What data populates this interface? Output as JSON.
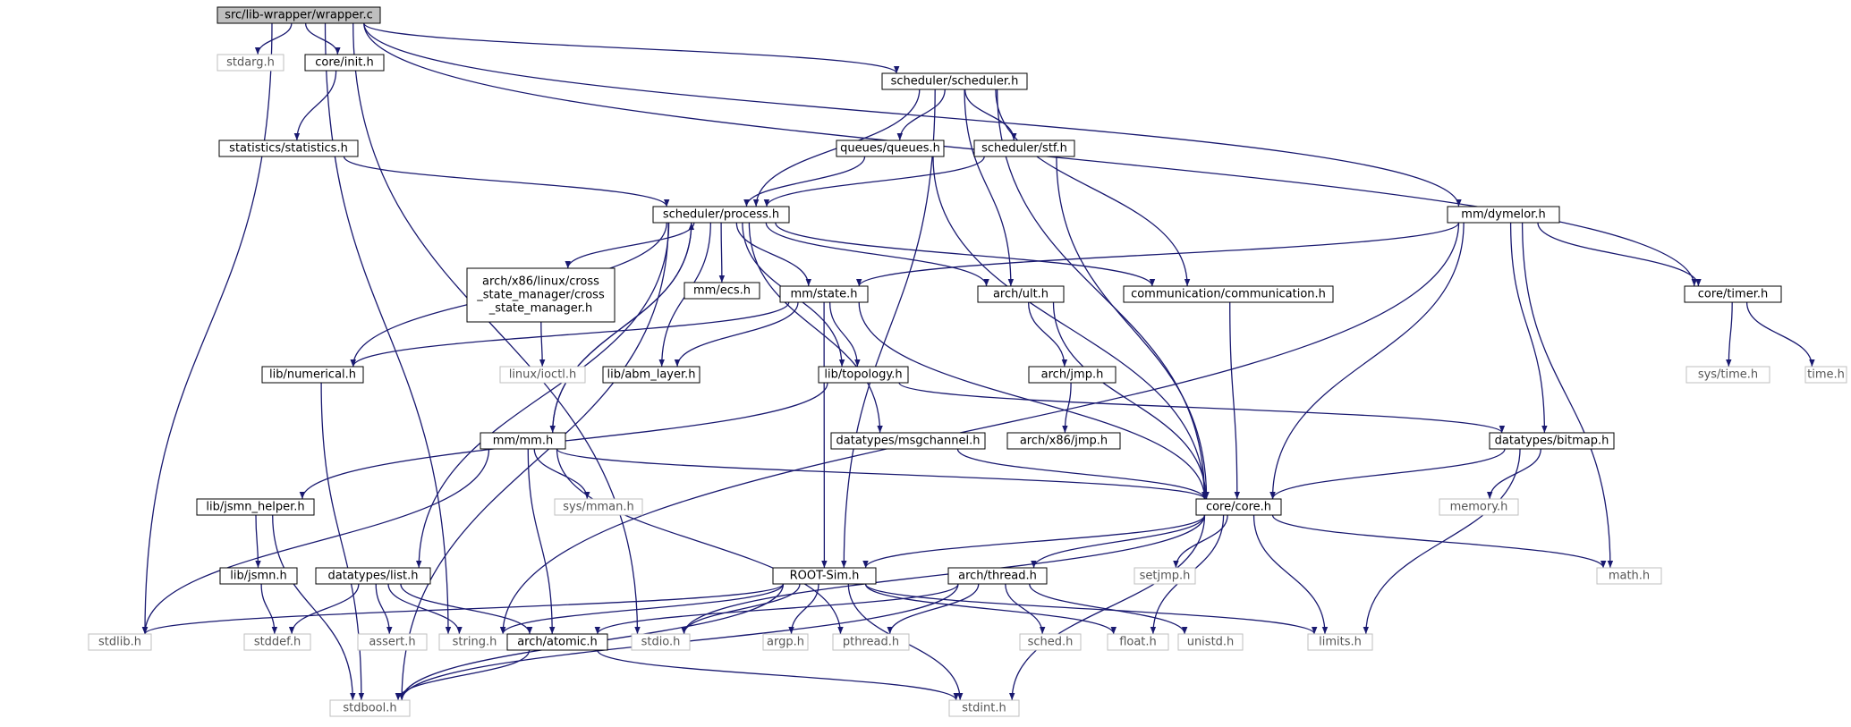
{
  "graph": {
    "colors": {
      "edge": "#191970",
      "root_fill": "#bfbfbf",
      "internal_border": "#000000",
      "external_border": "#bfbfbf",
      "external_text": "#555555"
    },
    "nodes": [
      {
        "id": "root",
        "label": "src/lib-wrapper/wrapper.c",
        "kind": "root"
      },
      {
        "id": "stdarg",
        "label": "stdarg.h",
        "kind": "external"
      },
      {
        "id": "coreinit",
        "label": "core/init.h",
        "kind": "internal"
      },
      {
        "id": "statistics",
        "label": "statistics/statistics.h",
        "kind": "internal"
      },
      {
        "id": "scheduler",
        "label": "scheduler/scheduler.h",
        "kind": "internal"
      },
      {
        "id": "queues",
        "label": "queues/queues.h",
        "kind": "internal"
      },
      {
        "id": "stf",
        "label": "scheduler/stf.h",
        "kind": "internal"
      },
      {
        "id": "process",
        "label": "scheduler/process.h",
        "kind": "internal"
      },
      {
        "id": "dymelor",
        "label": "mm/dymelor.h",
        "kind": "internal"
      },
      {
        "id": "timer",
        "label": "core/timer.h",
        "kind": "internal"
      },
      {
        "id": "crossstate",
        "label": [
          "arch/x86/linux/cross",
          "_state_manager/cross",
          "_state_manager.h"
        ],
        "kind": "internal"
      },
      {
        "id": "ecs",
        "label": "mm/ecs.h",
        "kind": "internal"
      },
      {
        "id": "state",
        "label": "mm/state.h",
        "kind": "internal"
      },
      {
        "id": "ult",
        "label": "arch/ult.h",
        "kind": "internal"
      },
      {
        "id": "comm",
        "label": "communication/communication.h",
        "kind": "internal"
      },
      {
        "id": "systime",
        "label": "sys/time.h",
        "kind": "external"
      },
      {
        "id": "time",
        "label": "time.h",
        "kind": "external"
      },
      {
        "id": "numerical",
        "label": "lib/numerical.h",
        "kind": "internal"
      },
      {
        "id": "ioctl",
        "label": "linux/ioctl.h",
        "kind": "external"
      },
      {
        "id": "abm",
        "label": "lib/abm_layer.h",
        "kind": "internal"
      },
      {
        "id": "topology",
        "label": "lib/topology.h",
        "kind": "internal"
      },
      {
        "id": "jmp",
        "label": "arch/jmp.h",
        "kind": "internal"
      },
      {
        "id": "x86jmp",
        "label": "arch/x86/jmp.h",
        "kind": "internal"
      },
      {
        "id": "msgchannel",
        "label": "datatypes/msgchannel.h",
        "kind": "internal"
      },
      {
        "id": "bitmap",
        "label": "datatypes/bitmap.h",
        "kind": "internal"
      },
      {
        "id": "mmmm",
        "label": "mm/mm.h",
        "kind": "internal"
      },
      {
        "id": "mman",
        "label": "sys/mman.h",
        "kind": "external"
      },
      {
        "id": "corecore",
        "label": "core/core.h",
        "kind": "internal"
      },
      {
        "id": "memory",
        "label": "memory.h",
        "kind": "external"
      },
      {
        "id": "jsmnhelper",
        "label": "lib/jsmn_helper.h",
        "kind": "internal"
      },
      {
        "id": "jsmn",
        "label": "lib/jsmn.h",
        "kind": "internal"
      },
      {
        "id": "list",
        "label": "datatypes/list.h",
        "kind": "internal"
      },
      {
        "id": "rootsim",
        "label": "ROOT-Sim.h",
        "kind": "internal"
      },
      {
        "id": "thread",
        "label": "arch/thread.h",
        "kind": "internal"
      },
      {
        "id": "setjmp",
        "label": "setjmp.h",
        "kind": "external"
      },
      {
        "id": "math",
        "label": "math.h",
        "kind": "external"
      },
      {
        "id": "stdlib",
        "label": "stdlib.h",
        "kind": "external"
      },
      {
        "id": "stddef",
        "label": "stddef.h",
        "kind": "external"
      },
      {
        "id": "assert",
        "label": "assert.h",
        "kind": "external"
      },
      {
        "id": "string",
        "label": "string.h",
        "kind": "external"
      },
      {
        "id": "atomic",
        "label": "arch/atomic.h",
        "kind": "internal"
      },
      {
        "id": "stdio",
        "label": "stdio.h",
        "kind": "external"
      },
      {
        "id": "argp",
        "label": "argp.h",
        "kind": "external"
      },
      {
        "id": "pthread",
        "label": "pthread.h",
        "kind": "external"
      },
      {
        "id": "sched",
        "label": "sched.h",
        "kind": "external"
      },
      {
        "id": "float",
        "label": "float.h",
        "kind": "external"
      },
      {
        "id": "unistd",
        "label": "unistd.h",
        "kind": "external"
      },
      {
        "id": "limits",
        "label": "limits.h",
        "kind": "external"
      },
      {
        "id": "stdbool",
        "label": "stdbool.h",
        "kind": "external"
      },
      {
        "id": "stdint",
        "label": "stdint.h",
        "kind": "external"
      }
    ],
    "edges": [
      [
        "root",
        "stdarg"
      ],
      [
        "root",
        "coreinit"
      ],
      [
        "root",
        "scheduler"
      ],
      [
        "root",
        "dymelor"
      ],
      [
        "root",
        "timer"
      ],
      [
        "root",
        "stdlib"
      ],
      [
        "root",
        "string"
      ],
      [
        "root",
        "stdio"
      ],
      [
        "coreinit",
        "statistics"
      ],
      [
        "statistics",
        "process"
      ],
      [
        "scheduler",
        "queues"
      ],
      [
        "scheduler",
        "stf"
      ],
      [
        "scheduler",
        "process"
      ],
      [
        "scheduler",
        "ult"
      ],
      [
        "scheduler",
        "comm"
      ],
      [
        "scheduler",
        "corecore"
      ],
      [
        "scheduler",
        "rootsim"
      ],
      [
        "queues",
        "process"
      ],
      [
        "queues",
        "corecore"
      ],
      [
        "stf",
        "process"
      ],
      [
        "stf",
        "corecore"
      ],
      [
        "process",
        "crossstate"
      ],
      [
        "process",
        "ecs"
      ],
      [
        "process",
        "state"
      ],
      [
        "process",
        "ult"
      ],
      [
        "process",
        "comm"
      ],
      [
        "process",
        "numerical"
      ],
      [
        "process",
        "abm"
      ],
      [
        "process",
        "topology"
      ],
      [
        "process",
        "msgchannel"
      ],
      [
        "process",
        "mmmm"
      ],
      [
        "process",
        "list"
      ],
      [
        "process",
        "stdbool"
      ],
      [
        "crossstate",
        "ioctl"
      ],
      [
        "state",
        "numerical"
      ],
      [
        "state",
        "abm"
      ],
      [
        "state",
        "topology"
      ],
      [
        "state",
        "rootsim"
      ],
      [
        "state",
        "corecore"
      ],
      [
        "ult",
        "jmp"
      ],
      [
        "ult",
        "corecore"
      ],
      [
        "jmp",
        "x86jmp"
      ],
      [
        "comm",
        "corecore"
      ],
      [
        "dymelor",
        "state"
      ],
      [
        "dymelor",
        "timer"
      ],
      [
        "dymelor",
        "bitmap"
      ],
      [
        "dymelor",
        "math"
      ],
      [
        "dymelor",
        "corecore"
      ],
      [
        "dymelor",
        "string"
      ],
      [
        "timer",
        "systime"
      ],
      [
        "timer",
        "time"
      ],
      [
        "numerical",
        "stdbool"
      ],
      [
        "topology",
        "bitmap"
      ],
      [
        "topology",
        "jsmnhelper"
      ],
      [
        "msgchannel",
        "corecore"
      ],
      [
        "bitmap",
        "corecore"
      ],
      [
        "bitmap",
        "memory"
      ],
      [
        "bitmap",
        "limits"
      ],
      [
        "mmmm",
        "mman"
      ],
      [
        "mmmm",
        "corecore"
      ],
      [
        "mmmm",
        "process"
      ],
      [
        "mmmm",
        "stdlib"
      ],
      [
        "mmmm",
        "atomic"
      ],
      [
        "mmmm",
        "pthread"
      ],
      [
        "jsmnhelper",
        "jsmn"
      ],
      [
        "jsmnhelper",
        "stdbool"
      ],
      [
        "jsmn",
        "stddef"
      ],
      [
        "list",
        "stddef"
      ],
      [
        "list",
        "assert"
      ],
      [
        "list",
        "string"
      ],
      [
        "list",
        "atomic"
      ],
      [
        "corecore",
        "rootsim"
      ],
      [
        "corecore",
        "thread"
      ],
      [
        "corecore",
        "setjmp"
      ],
      [
        "corecore",
        "math"
      ],
      [
        "corecore",
        "float"
      ],
      [
        "corecore",
        "limits"
      ],
      [
        "corecore",
        "stdint"
      ],
      [
        "corecore",
        "stdio"
      ],
      [
        "rootsim",
        "stdlib"
      ],
      [
        "rootsim",
        "string"
      ],
      [
        "rootsim",
        "stdio"
      ],
      [
        "rootsim",
        "argp"
      ],
      [
        "rootsim",
        "float"
      ],
      [
        "rootsim",
        "limits"
      ],
      [
        "rootsim",
        "stdbool"
      ],
      [
        "rootsim",
        "stdint"
      ],
      [
        "thread",
        "atomic"
      ],
      [
        "thread",
        "pthread"
      ],
      [
        "thread",
        "sched"
      ],
      [
        "thread",
        "unistd"
      ],
      [
        "thread",
        "stdbool"
      ],
      [
        "atomic",
        "stdbool"
      ],
      [
        "atomic",
        "stdint"
      ]
    ]
  }
}
